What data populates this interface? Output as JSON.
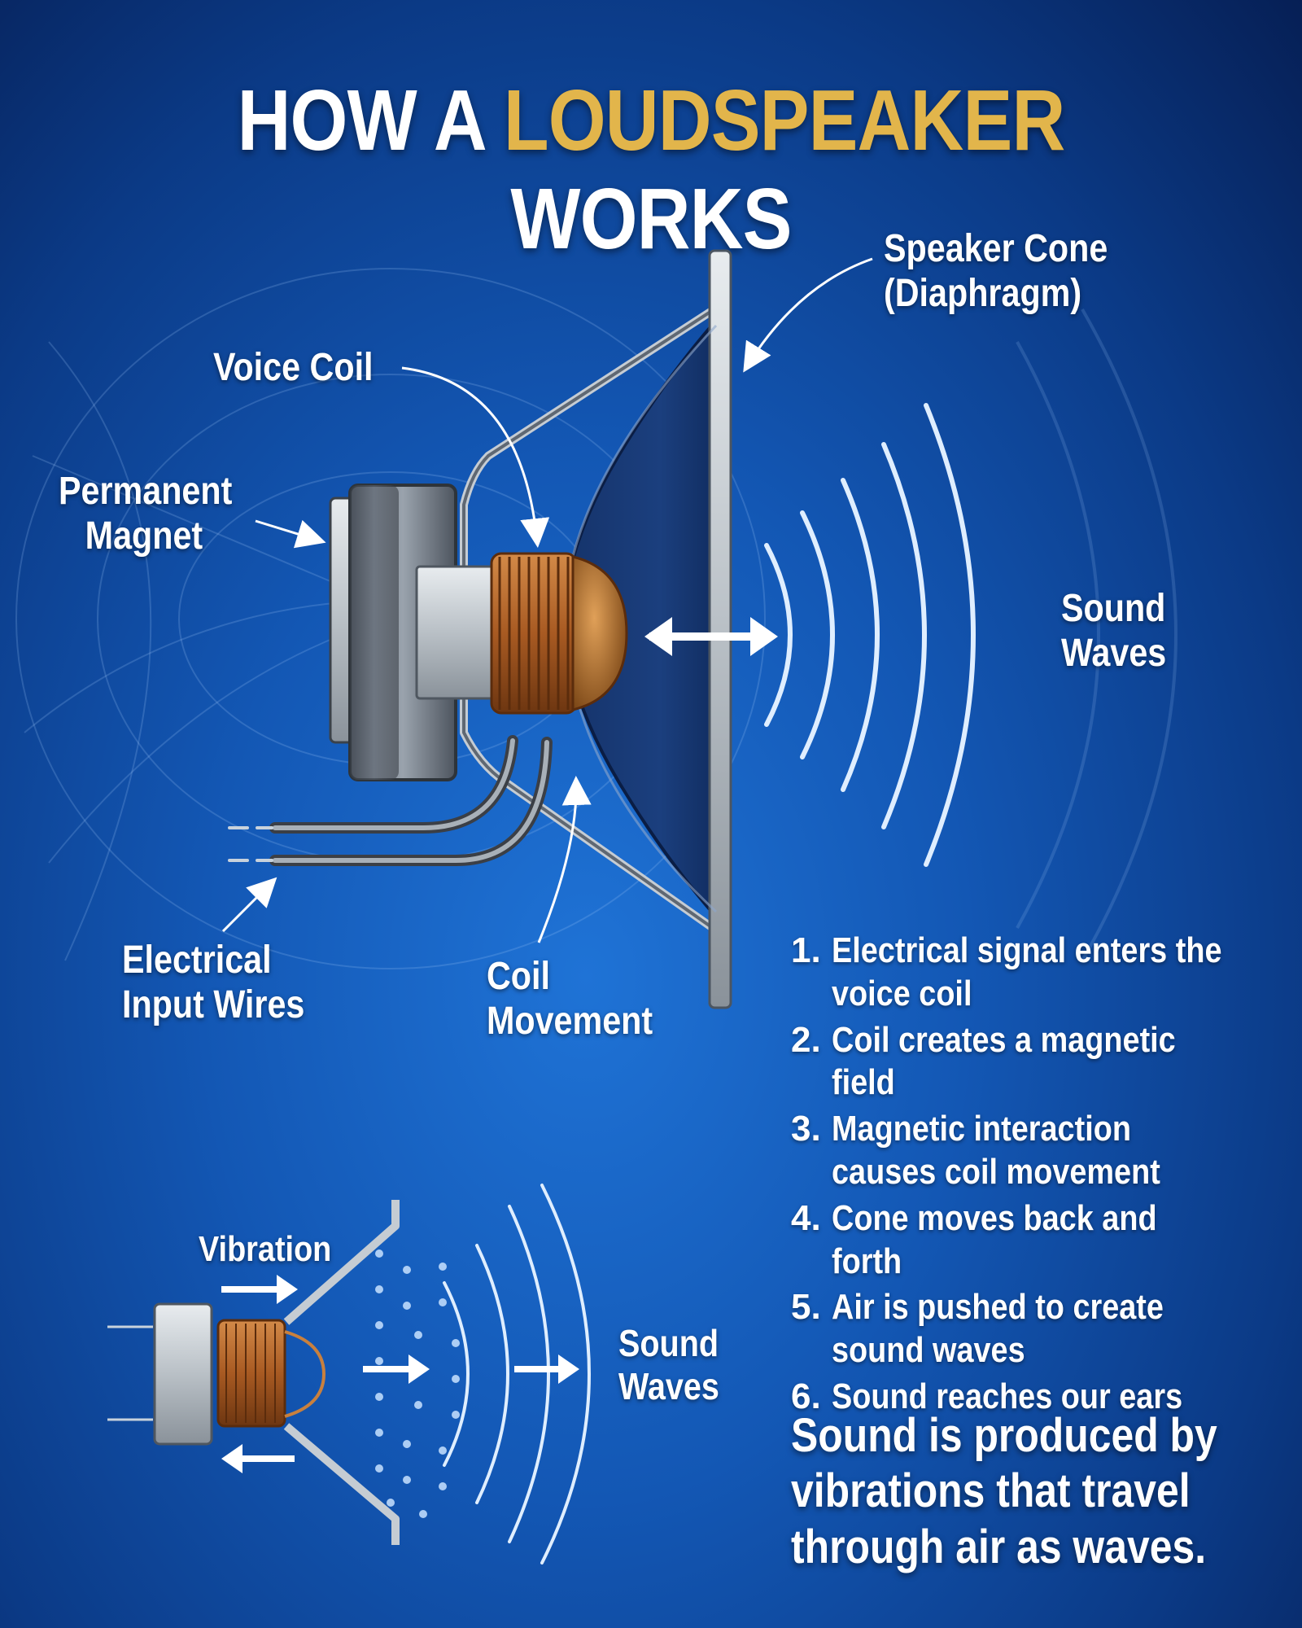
{
  "title": {
    "part1": "HOW A ",
    "accent": "LOUDSPEAKER",
    "part2": " WORKS"
  },
  "labels": {
    "speaker_cone": [
      "Speaker Cone",
      "(Diaphragm)"
    ],
    "voice_coil": "Voice Coil",
    "permanent_magnet": [
      "Permanent",
      "Magnet"
    ],
    "sound_waves_top": [
      "Sound",
      "Waves"
    ],
    "electrical_input_wires": [
      "Electrical",
      "Input Wires"
    ],
    "coil_movement": [
      "Coil",
      "Movement"
    ],
    "vibration": "Vibration",
    "sound_waves_bottom": [
      "Sound",
      "Waves"
    ]
  },
  "steps": [
    {
      "num": "1.",
      "text": "Electrical signal enters the voice coil"
    },
    {
      "num": "2.",
      "text": "Coil creates a magnetic field"
    },
    {
      "num": "3.",
      "text": "Magnetic interaction causes coil movement"
    },
    {
      "num": "4.",
      "text": "Cone moves back and forth"
    },
    {
      "num": "5.",
      "text": "Air is pushed to create sound waves"
    },
    {
      "num": "6.",
      "text": "Sound reaches our ears"
    }
  ],
  "conclusion": "Sound is produced by vibrations that travel through air as waves.",
  "colors": {
    "accent": "#e2b54b",
    "copper": "#b5652a",
    "background": "#1357b4"
  }
}
